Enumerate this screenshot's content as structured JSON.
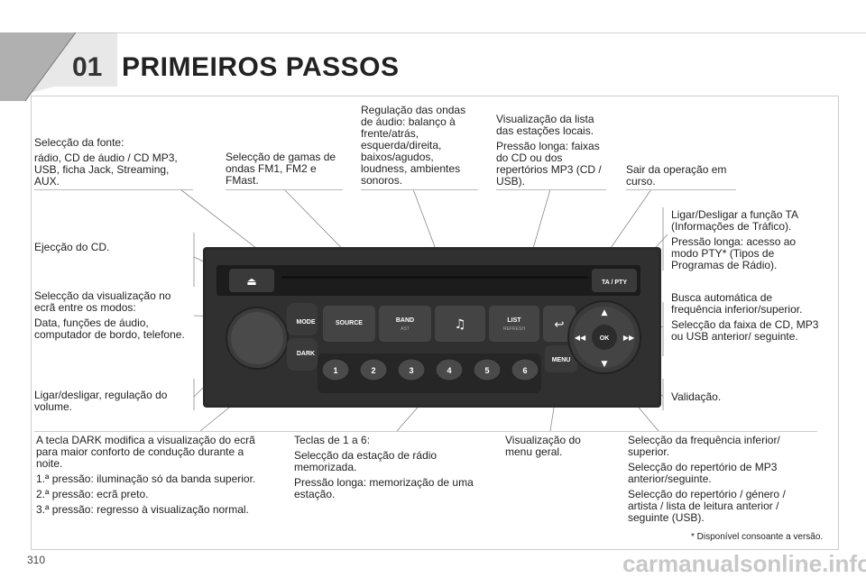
{
  "chapter": {
    "number": "01",
    "title": "PRIMEIROS PASSOS"
  },
  "page_number": "310",
  "footnote": "* Disponível consoante a versão.",
  "watermark": "carmanualsonline.info",
  "callouts": {
    "source": [
      "Selecção da fonte:",
      "rádio, CD de áudio / CD MP3, USB, ficha Jack, Streaming, AUX."
    ],
    "band": [
      "Selecção de gamas de ondas FM1, FM2 e FMast."
    ],
    "audio": [
      "Regulação das ondas de áudio: balanço à frente/atrás, esquerda/direita, baixos/agudos, loudness, ambientes sonoros."
    ],
    "list": [
      "Visualização da lista das estações locais.",
      "Pressão longa: faixas do CD ou dos repertórios MP3 (CD / USB)."
    ],
    "back": [
      "Sair da operação em curso."
    ],
    "ta": [
      "Ligar/Desligar a função TA (Informações de Tráfico).",
      "Pressão longa: acesso ao modo PTY* (Tipos de Programas de Rádio)."
    ],
    "eject": [
      "Ejecção do CD."
    ],
    "mode": [
      "Selecção da visualização no ecrã entre os modos:",
      "Data, funções de áudio, computador de bordo, telefone."
    ],
    "seek": [
      "Busca automática de frequência inferior/superior.",
      "Selecção da faixa de CD, MP3 ou USB anterior/ seguinte."
    ],
    "volume": [
      "Ligar/desligar, regulação do volume."
    ],
    "ok": [
      "Validação."
    ],
    "dark": [
      "A tecla DARK modifica a visualização do ecrã para maior conforto de condução durante a noite.",
      "1.ª pressão: iluminação só da banda superior.",
      "2.ª pressão: ecrã preto.",
      "3.ª pressão: regresso à visualização normal."
    ],
    "numbers": [
      "Teclas de 1 a 6:",
      "Selecção da estação de rádio memorizada.",
      "Pressão longa: memorização de uma estação."
    ],
    "menu": [
      "Visualização do menu geral."
    ],
    "updown": [
      "Selecção da frequência inferior/ superior.",
      "Selecção do repertório de MP3 anterior/seguinte.",
      "Selecção do repertório / género / artista / lista de leitura anterior / seguinte (USB)."
    ]
  },
  "radio": {
    "mode": "MODE",
    "dark": "DARK",
    "source": "SOURCE",
    "band": "BAND",
    "band_sub": "AST",
    "music": "♫",
    "list": "LIST",
    "list_sub": "REFRESH",
    "back": "↩",
    "menu": "MENU",
    "ta": "TA / PTY",
    "ok": "OK",
    "rew": "◀◀",
    "ffw": "▶▶",
    "up": "▲",
    "down": "▼",
    "eject": "⏏",
    "presets": [
      "1",
      "2",
      "3",
      "4",
      "5",
      "6"
    ]
  }
}
